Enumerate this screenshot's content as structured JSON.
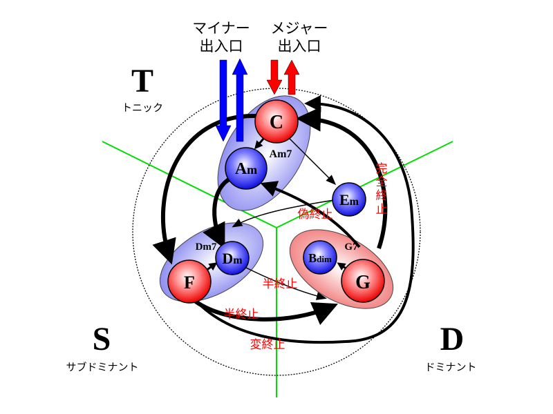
{
  "regions": {
    "tonic": {
      "letter": "T",
      "name": "トニック"
    },
    "subdominant": {
      "letter": "S",
      "name": "サブドミナント"
    },
    "dominant": {
      "letter": "D",
      "name": "ドミナント"
    }
  },
  "entrances": {
    "minor": {
      "line1": "マイナー",
      "line2": "出入口"
    },
    "major": {
      "line1": "メジャー",
      "line2": "出入口"
    }
  },
  "chords": {
    "C": "C",
    "Am_root": "A",
    "Am_suffix": "m",
    "Am7": "Am7",
    "Em_root": "E",
    "Em_suffix": "m",
    "Dm_root": "D",
    "Dm_suffix": "m",
    "Dm7": "Dm7",
    "F": "F",
    "G": "G",
    "G7": "G7",
    "Bdim_root": "B",
    "Bdim_suffix": "dim"
  },
  "cadences": {
    "perfect": [
      "完",
      "全",
      "終",
      "止"
    ],
    "deceptive": "偽終止",
    "half1": "半終止",
    "half2": "半終止",
    "plagal": "変終止"
  },
  "colors": {
    "blue": "#0000ff",
    "red": "#ff0000",
    "green": "#00dd00"
  }
}
